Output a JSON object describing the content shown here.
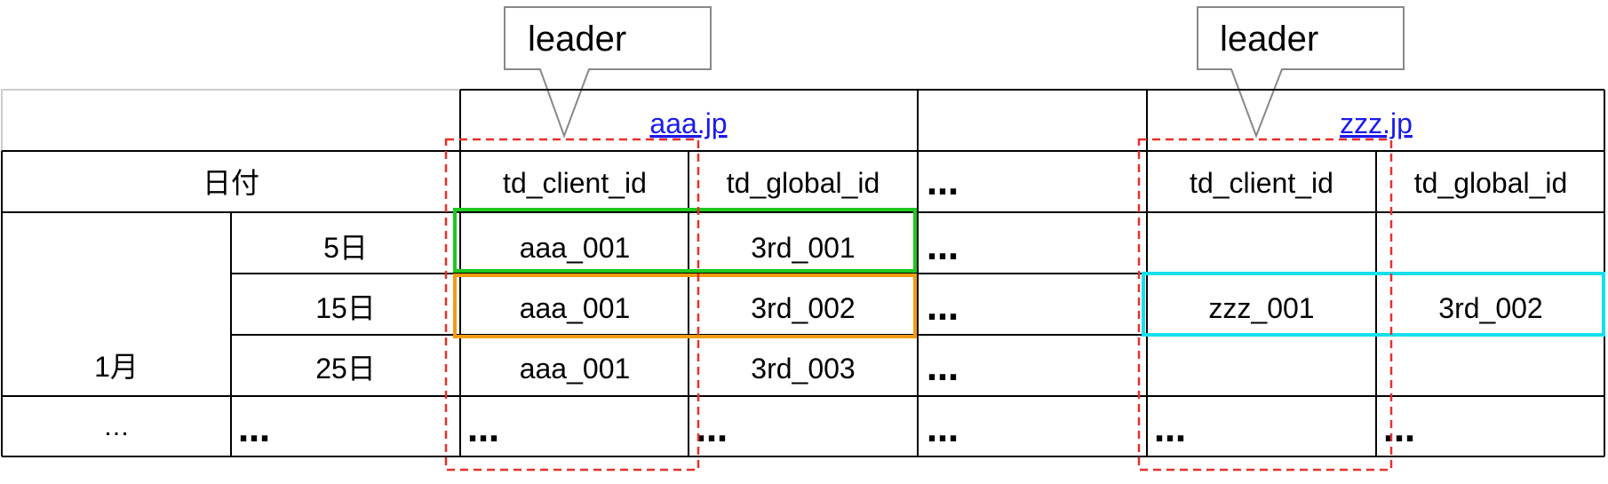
{
  "colors": {
    "grid": "#000000",
    "top_left_border": "#cccccc",
    "link": "#1a1aee",
    "leader_outline": "#e8302a",
    "highlight_green": "#1ec81e",
    "highlight_orange": "#f39c12",
    "highlight_cyan": "#14e0ec",
    "callout_border": "#888888"
  },
  "callouts": [
    {
      "label": "leader"
    },
    {
      "label": "leader"
    }
  ],
  "domains": {
    "aaa": "aaa.jp",
    "zzz": "zzz.jp"
  },
  "header": {
    "date": "日付",
    "col_aaa_client": "td_client_id",
    "col_aaa_global": "td_global_id",
    "col_mid": "…",
    "col_zzz_client": "td_client_id",
    "col_zzz_global": "td_global_id"
  },
  "month": "1月",
  "rows": [
    {
      "day": "5日",
      "aaa_client": "aaa_001",
      "aaa_global": "3rd_001",
      "mid": "…",
      "zzz_client": "",
      "zzz_global": ""
    },
    {
      "day": "15日",
      "aaa_client": "aaa_001",
      "aaa_global": "3rd_002",
      "mid": "…",
      "zzz_client": "zzz_001",
      "zzz_global": "3rd_002"
    },
    {
      "day": "25日",
      "aaa_client": "aaa_001",
      "aaa_global": "3rd_003",
      "mid": "…",
      "zzz_client": "",
      "zzz_global": ""
    }
  ],
  "last_row": {
    "month": "…",
    "day": "…",
    "aaa_client": "…",
    "aaa_global": "…",
    "mid": "…",
    "zzz_client": "…",
    "zzz_global": "…"
  }
}
